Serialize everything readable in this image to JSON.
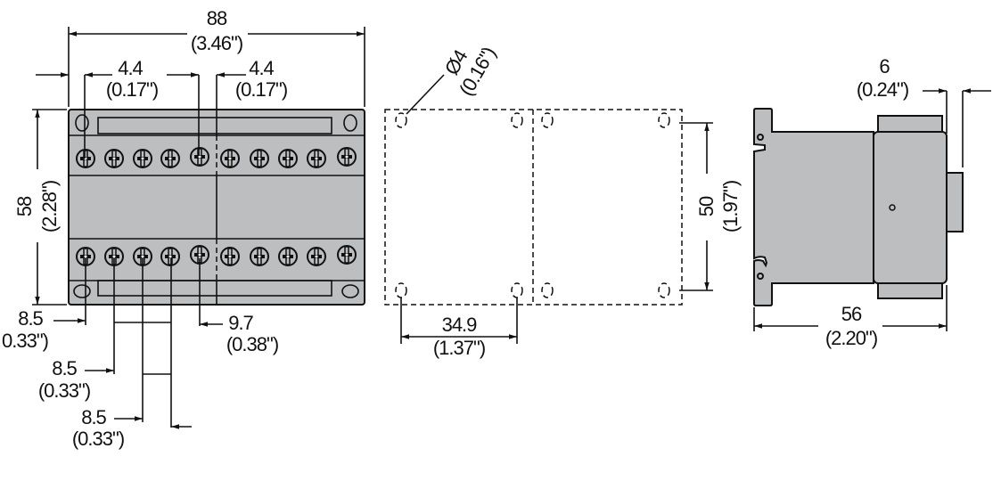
{
  "colors": {
    "housing": "#bcbec0",
    "lines": "#111111",
    "background": "#ffffff"
  },
  "front_view": {
    "width": {
      "mm": "88",
      "in": "(3.46\")"
    },
    "height": {
      "mm": "58",
      "in": "(2.28\")"
    },
    "offset_left": {
      "mm": "4.4",
      "in": "(0.17\")"
    },
    "offset_right": {
      "mm": "4.4",
      "in": "(0.17\")"
    },
    "pitch_1": {
      "mm": "8.5",
      "in": "0.33\")"
    },
    "pitch_2": {
      "mm": "8.5",
      "in": "(0.33\")"
    },
    "pitch_3": {
      "mm": "8.5",
      "in": "(0.33\")"
    },
    "pitch_gap": {
      "mm": "9.7",
      "in": "(0.38\")"
    },
    "terminals_per_row": 10
  },
  "mounting_view": {
    "hole": {
      "mm": "Ø4",
      "in": "(0.16\")"
    },
    "vertical_spacing": {
      "mm": "50",
      "in": "(1.97\")"
    },
    "horizontal_spacing": {
      "mm": "34.9",
      "in": "(1.37\")"
    }
  },
  "side_view": {
    "depth": {
      "mm": "56",
      "in": "(2.20\")"
    },
    "protrusion": {
      "mm": "6",
      "in": "(0.24\")"
    }
  }
}
